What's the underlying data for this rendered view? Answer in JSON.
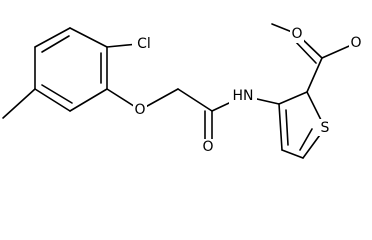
{
  "atoms": {
    "cl": "Cl",
    "ether_o": "O",
    "nh": "HN",
    "amide_o": "O",
    "ester_o_carbonyl": "O",
    "ester_o_methoxy": "O",
    "s": "S"
  }
}
